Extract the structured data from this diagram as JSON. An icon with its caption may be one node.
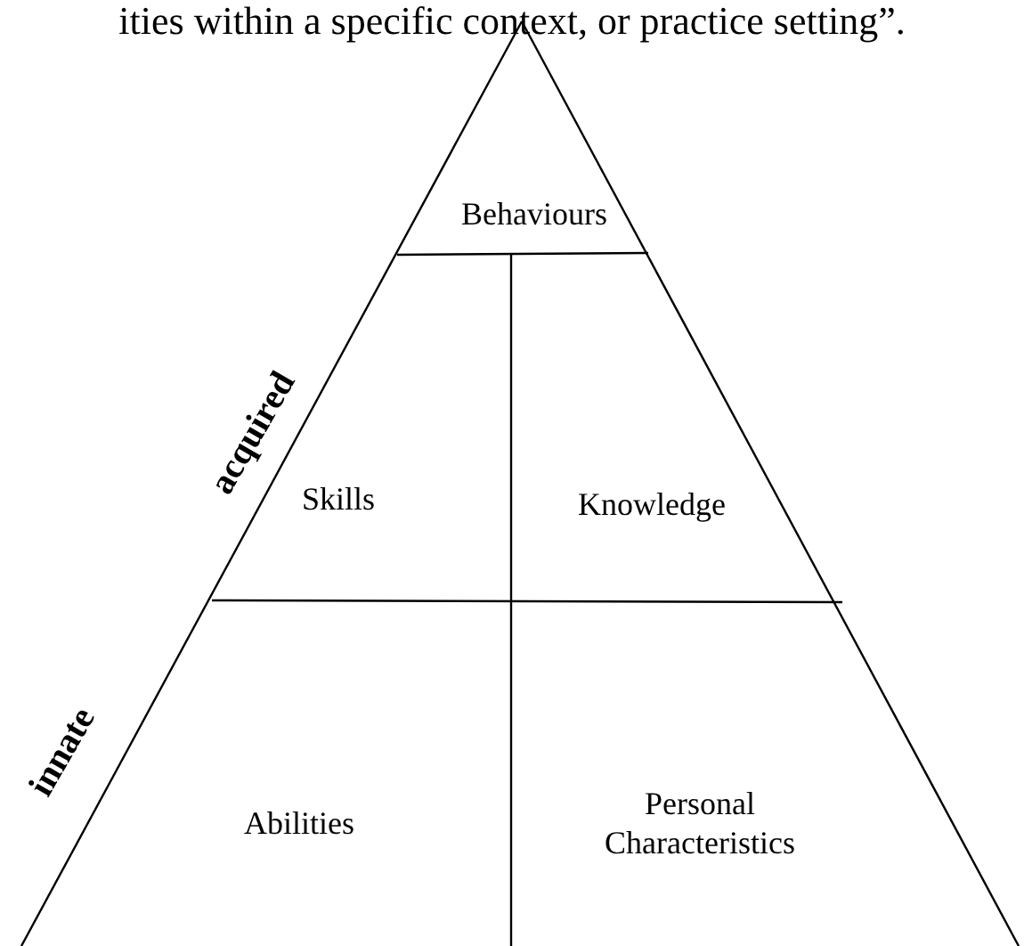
{
  "diagram": {
    "nodes": [
      {
        "text": [
          "Behaviours"
        ]
      },
      {
        "text": [
          "Skills"
        ]
      },
      {
        "text": [
          "Knowledge"
        ]
      },
      {
        "text": [
          "Abilities"
        ]
      },
      {
        "text": [
          "Personal Characteristics"
        ]
      }
    ],
    "labels": [
      "ities within a specific context, or practice setting”.",
      "acquired",
      "innate"
    ]
  }
}
